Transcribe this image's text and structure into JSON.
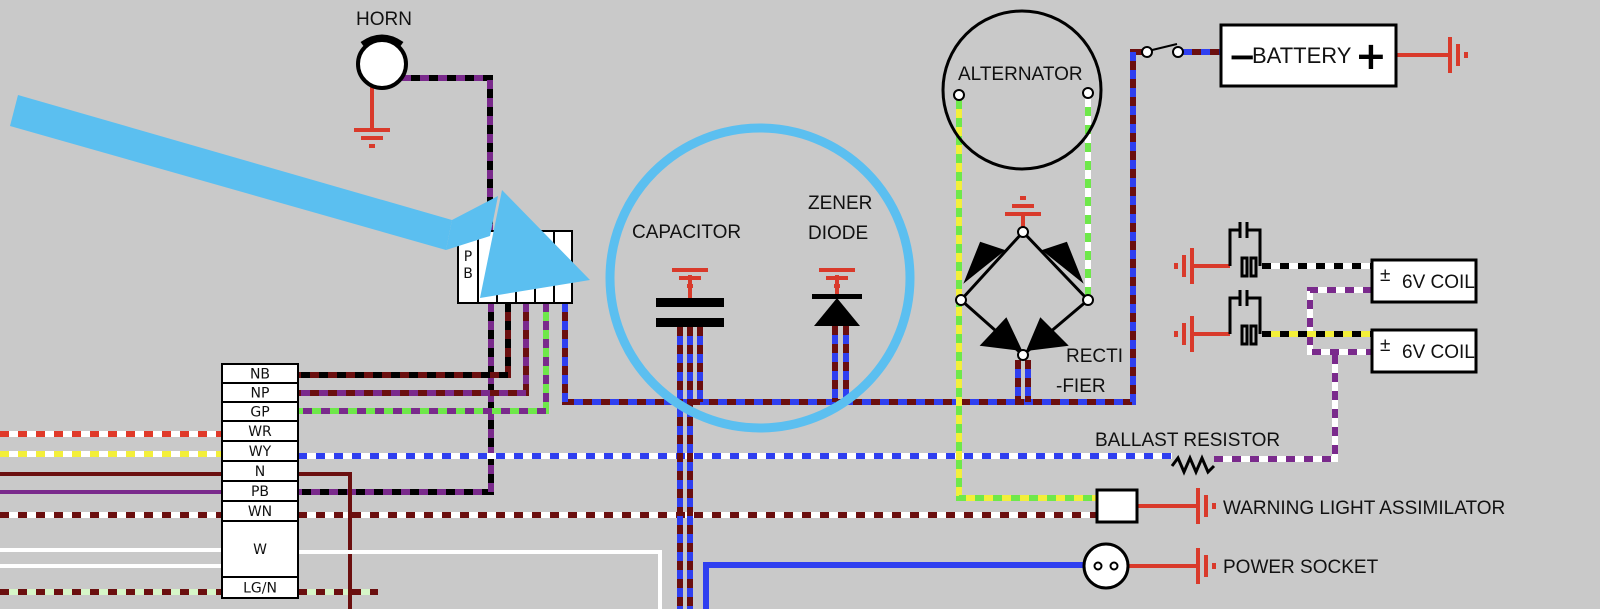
{
  "labels": {
    "horn": "HORN",
    "capacitor": "CAPACITOR",
    "zener_line1": "ZENER",
    "zener_line2": "DIODE",
    "alternator": "ALTERNATOR",
    "rectifier_line1": "RECTI",
    "rectifier_line2": "-FIER",
    "battery": "BATTERY",
    "battery_minus": "−",
    "battery_plus": "+",
    "coil_top": "6V COIL",
    "coil_bottom": "6V COIL",
    "ballast_resistor": "BALLAST RESISTOR",
    "warning_light": "WARNING LIGHT ASSIMILATOR",
    "power_socket": "POWER SOCKET"
  },
  "top_connector": {
    "letters": [
      "P",
      "B"
    ]
  },
  "left_connector": {
    "rows": [
      "NB",
      "NP",
      "GP",
      "WR",
      "WY",
      "N",
      "PB",
      "WN",
      "W",
      "LG/N"
    ]
  },
  "colors": {
    "background": "#c9c9c9",
    "highlight": "#5bbff0",
    "ground": "#d93a2b",
    "brown": "#6b0f0f",
    "blue": "#2f3ff0",
    "purple": "#7a2a8c",
    "green": "#6ee84a",
    "yellow": "#f3ef3a"
  }
}
